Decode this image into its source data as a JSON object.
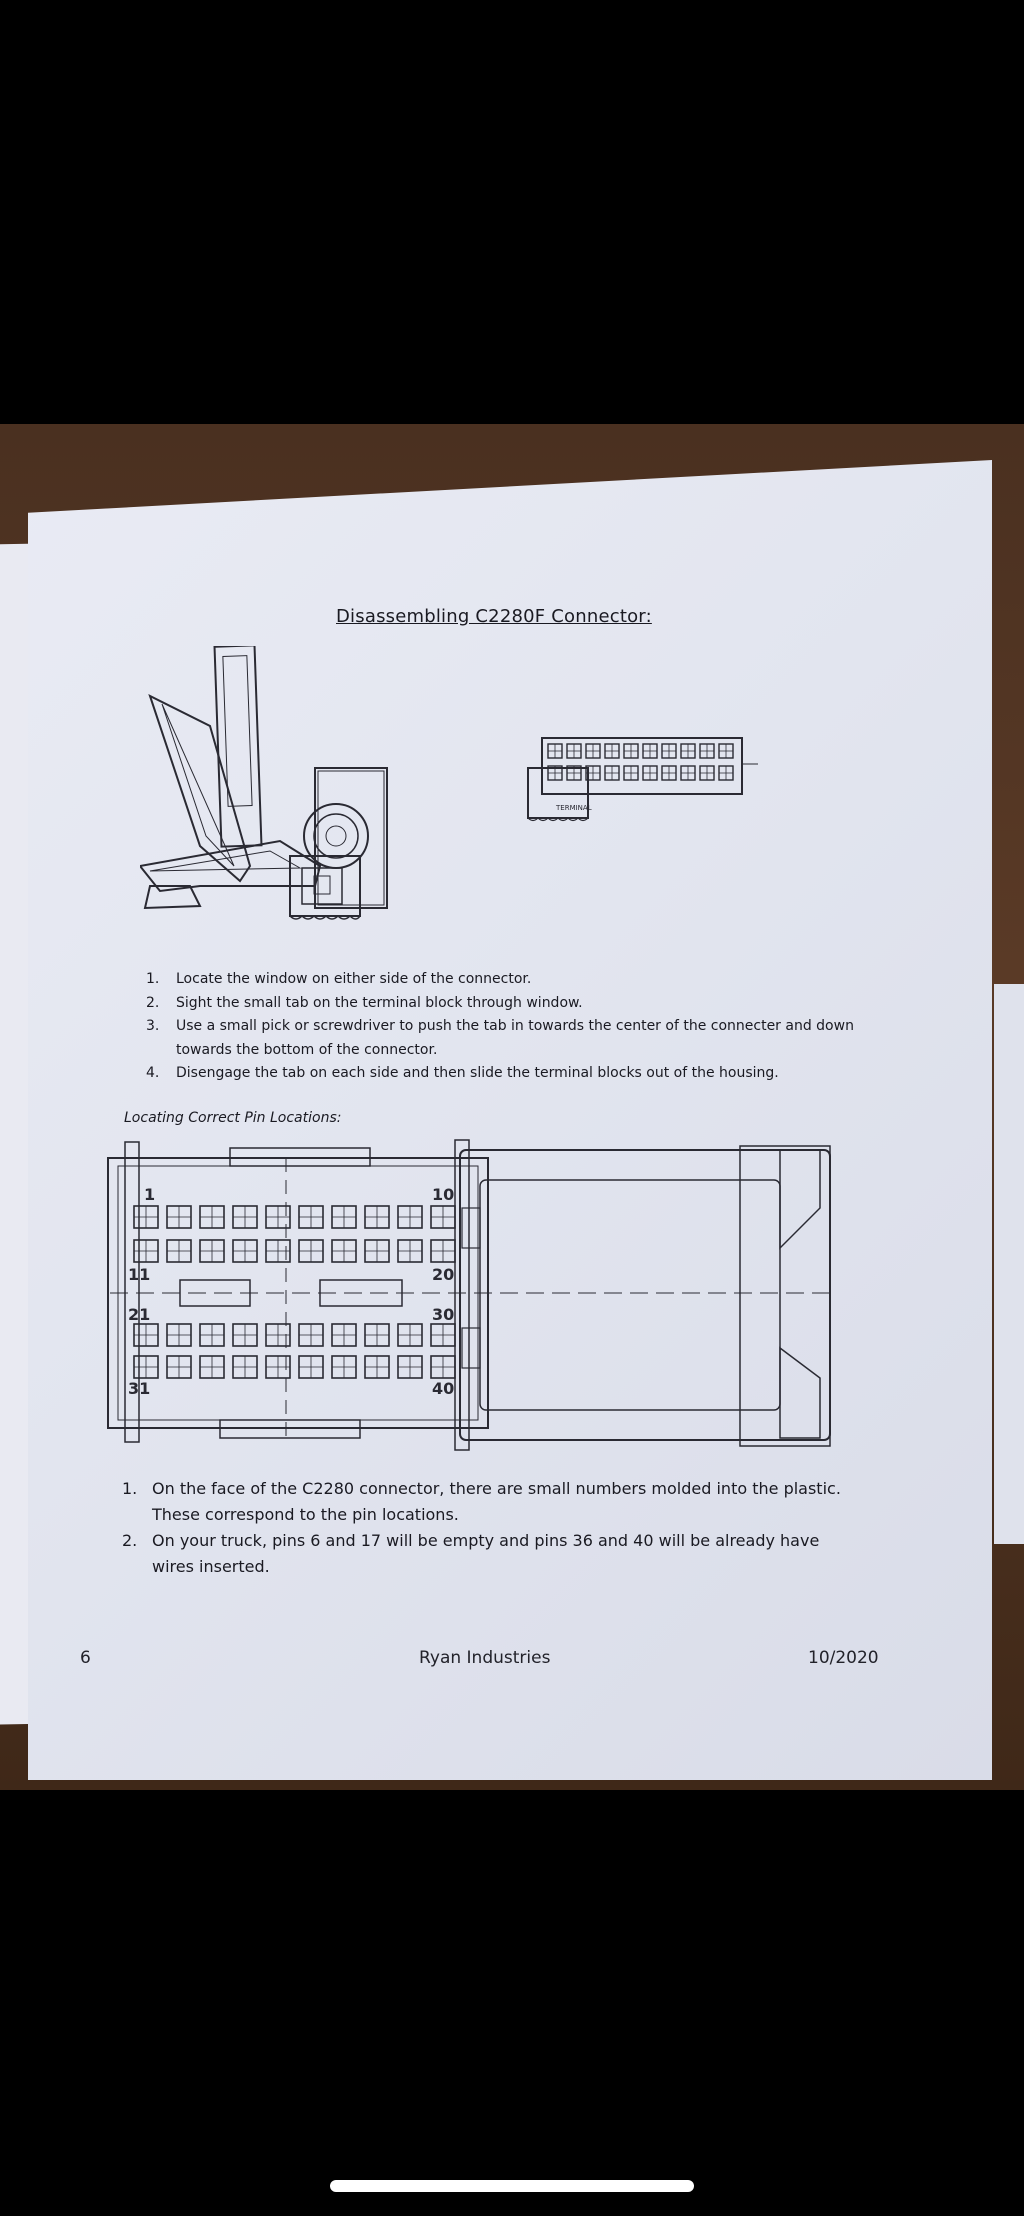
{
  "document": {
    "title": "Disassembling C2280F Connector:",
    "steps": [
      {
        "num": "1.",
        "text": "Locate the window on either side of the connector."
      },
      {
        "num": "2.",
        "text": "Sight the small tab on the terminal block through window."
      },
      {
        "num": "3.",
        "text": "Use a small pick or screwdriver to push the tab in towards the center of the connecter and down towards the bottom of the connector."
      },
      {
        "num": "4.",
        "text": "Disengage the tab on each side and then slide the terminal blocks out of the housing."
      }
    ],
    "pin_heading": "Locating Correct Pin Locations:",
    "pin_labels": {
      "p1": "1",
      "p10": "10",
      "p11": "11",
      "p20": "20",
      "p21": "21",
      "p30": "30",
      "p31": "31",
      "p40": "40"
    },
    "notes": [
      {
        "num": "1.",
        "text": "On the face of the C2280 connector, there are small numbers molded into the plastic. These correspond to the pin locations."
      },
      {
        "num": "2.",
        "text": "On your truck, pins 6 and 17 will be empty and pins 36 and 40 will be already have wires inserted."
      }
    ],
    "footer": {
      "page": "6",
      "company": "Ryan Industries",
      "date": "10/2020"
    }
  }
}
